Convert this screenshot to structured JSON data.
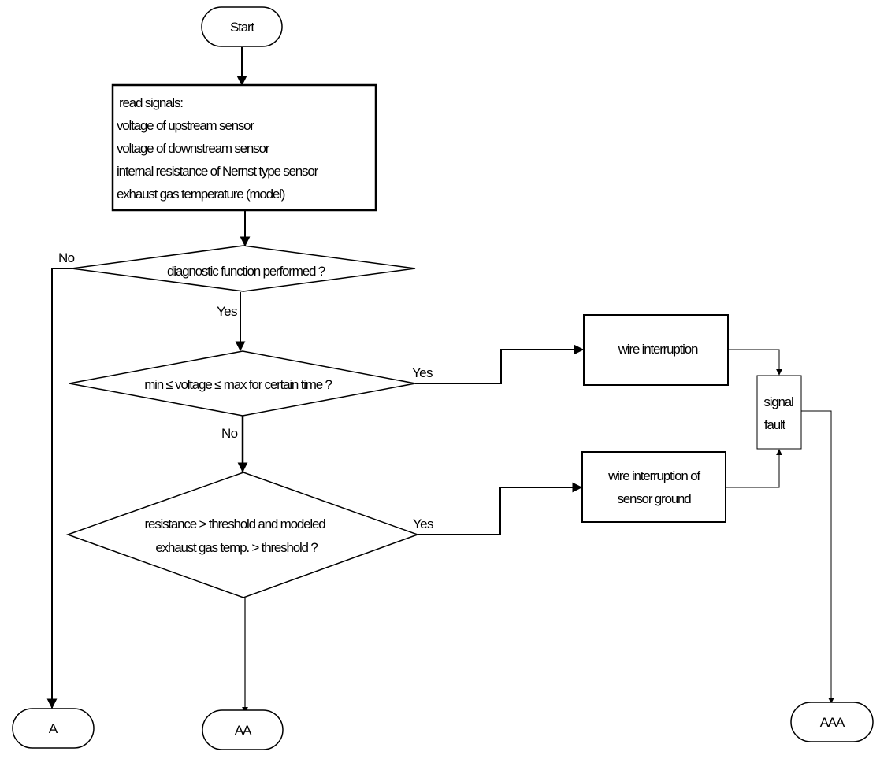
{
  "terminals": {
    "start": "Start",
    "a": "A",
    "aa": "AA",
    "aaa": "AAA"
  },
  "read_box": {
    "lines": [
      "read signals:",
      "voltage of upstream sensor",
      "voltage of downstream sensor",
      "internal resistance of Nernst type sensor",
      "exhaust gas temperature (model)"
    ]
  },
  "decisions": {
    "performed": "diagnostic function performed ?",
    "voltage_range": "min ≤ voltage ≤ max for certain time ?",
    "resistance": [
      "resistance > threshold and modeled",
      "exhaust gas temp. > threshold ?"
    ]
  },
  "processes": {
    "wire_interruption": "wire interruption",
    "wire_interruption_ground": [
      "wire interruption of",
      "sensor ground"
    ],
    "signal_fault": [
      "signal",
      "fault"
    ]
  },
  "edge_labels": {
    "no_performed": "No",
    "yes_performed": "Yes",
    "yes_voltage": "Yes",
    "no_voltage": "No",
    "yes_resistance": "Yes"
  }
}
